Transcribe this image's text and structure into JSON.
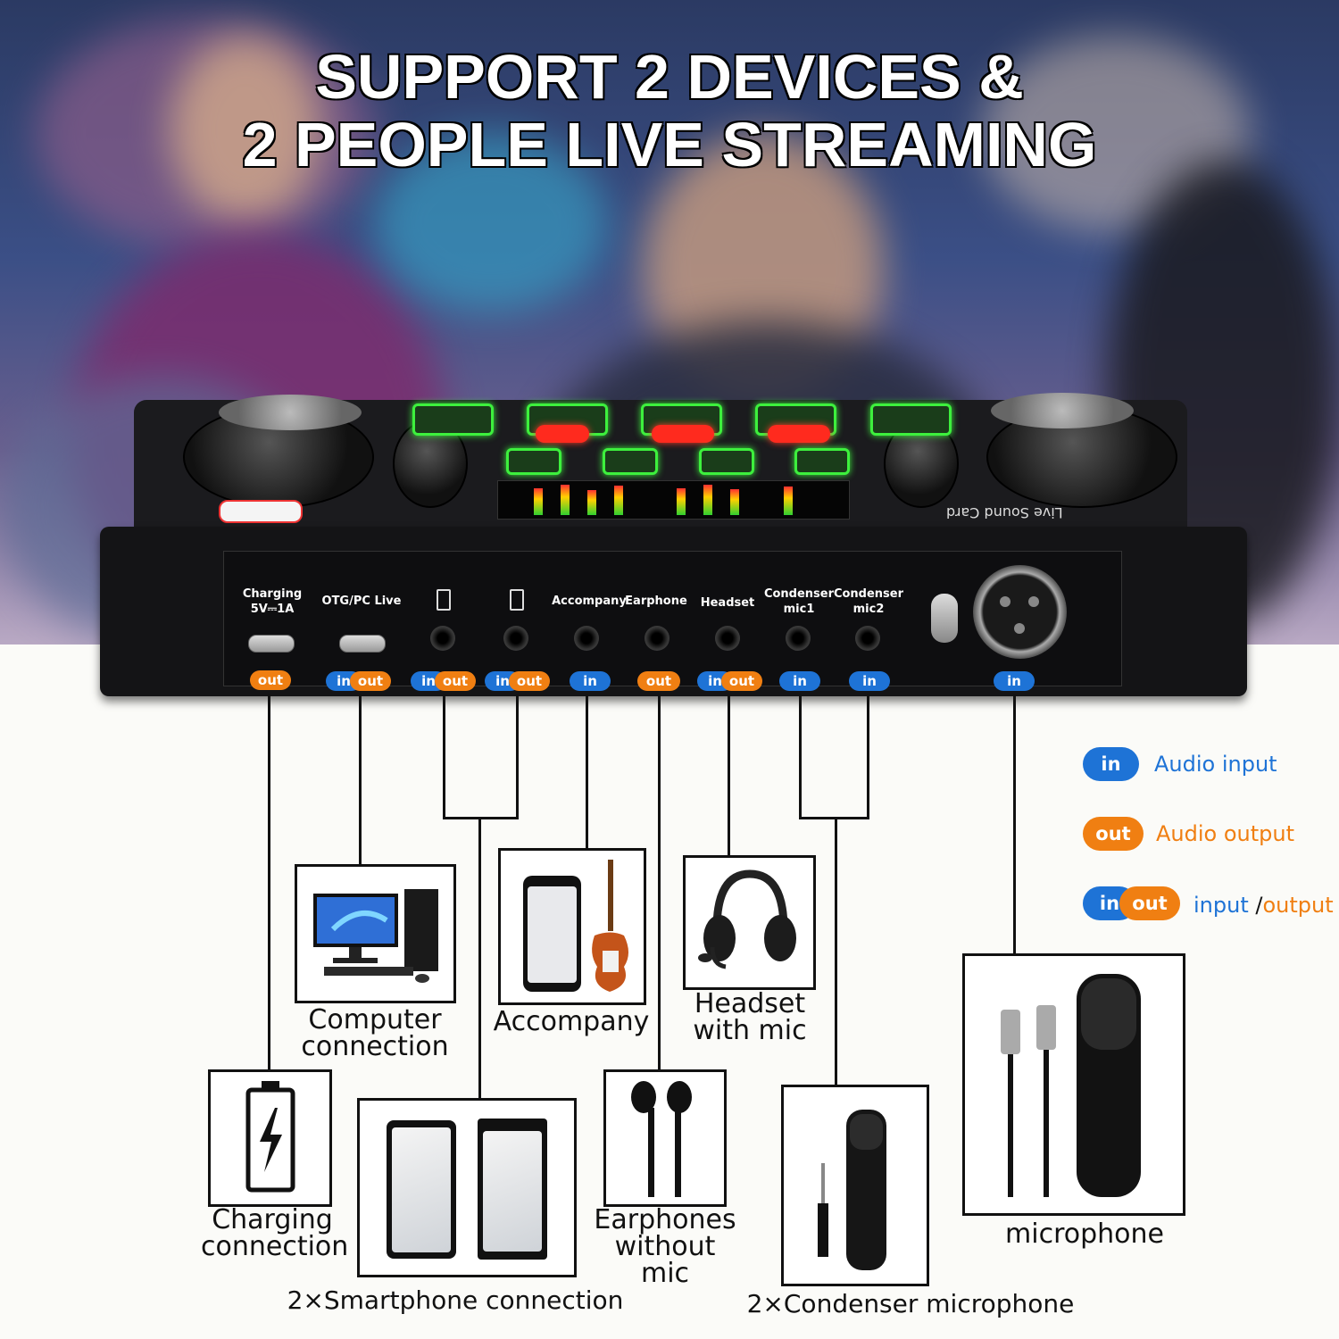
{
  "headline": {
    "line1": "SUPPORT 2 DEVICES &",
    "line2": "2 PEOPLE LIVE STREAMING"
  },
  "device": {
    "brand_text": "Live Sound Card",
    "ports": [
      {
        "label_line1": "Charging",
        "label_line2": "5V⎓1A",
        "tags": [
          "out"
        ]
      },
      {
        "label_line1": "OTG/PC Live",
        "label_line2": "",
        "tags": [
          "in",
          "out"
        ]
      },
      {
        "label_line1": "",
        "label_line2": "",
        "tags": [
          "in",
          "out"
        ]
      },
      {
        "label_line1": "",
        "label_line2": "",
        "tags": [
          "in",
          "out"
        ]
      },
      {
        "label_line1": "Accompany",
        "label_line2": "",
        "tags": [
          "in"
        ]
      },
      {
        "label_line1": "Earphone",
        "label_line2": "",
        "tags": [
          "out"
        ]
      },
      {
        "label_line1": "Headset",
        "label_line2": "",
        "tags": [
          "in",
          "out"
        ]
      },
      {
        "label_line1": "Condenser",
        "label_line2": "mic1",
        "tags": [
          "in"
        ]
      },
      {
        "label_line1": "Condenser",
        "label_line2": "mic2",
        "tags": [
          "in"
        ]
      },
      {
        "label_line1": "",
        "label_line2": "",
        "tags": [
          "in"
        ]
      }
    ]
  },
  "tags": {
    "in": "in",
    "out": "out"
  },
  "legend": {
    "in_label": "Audio input",
    "out_label": "Audio output",
    "inout_label_a": "input ",
    "inout_sep": "/",
    "inout_label_b": "output"
  },
  "connections": {
    "computer": {
      "line1": "Computer",
      "line2": "connection"
    },
    "accompany": {
      "line1": "Accompany"
    },
    "headset": {
      "line1": "Headset",
      "line2": "with mic"
    },
    "charging": {
      "line1": "Charging",
      "line2": "connection"
    },
    "smartphone": {
      "line1": "2×Smartphone connection"
    },
    "earphones": {
      "line1": "Earphones",
      "line2": "without mic"
    },
    "condenser": {
      "line1": "2×Condenser microphone"
    },
    "microphone": {
      "line1": "microphone"
    }
  },
  "colors": {
    "in": "#1e73d6",
    "out": "#f07f12",
    "green_pad": "#3df03d",
    "red_pad": "#ff2a1e"
  }
}
